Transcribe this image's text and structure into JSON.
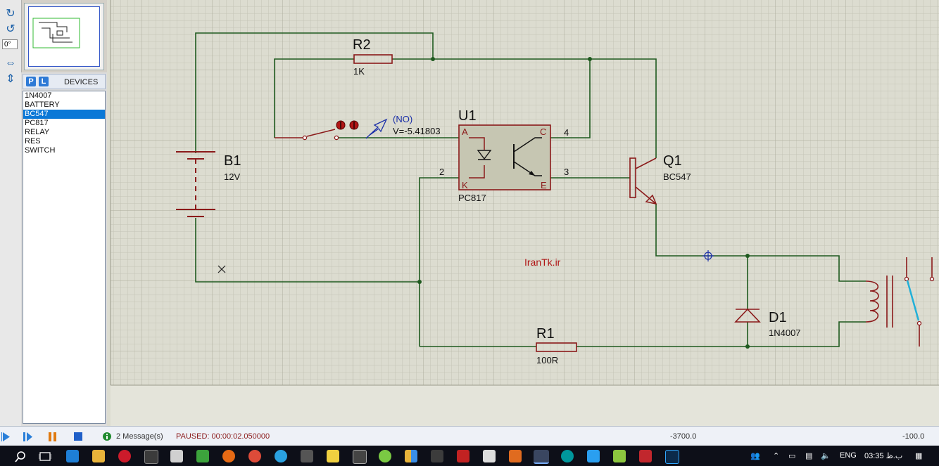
{
  "toolbar": {
    "angle_value": "0°"
  },
  "devices": {
    "header": "DEVICES",
    "p_label": "P",
    "l_label": "L",
    "items": [
      {
        "name": "1N4007",
        "selected": false
      },
      {
        "name": "BATTERY",
        "selected": false
      },
      {
        "name": "BC547",
        "selected": true
      },
      {
        "name": "PC817",
        "selected": false
      },
      {
        "name": "RELAY",
        "selected": false
      },
      {
        "name": "RES",
        "selected": false
      },
      {
        "name": "SWITCH",
        "selected": false
      }
    ]
  },
  "schematic": {
    "r2": {
      "ref": "R2",
      "value": "1K"
    },
    "r1": {
      "ref": "R1",
      "value": "100R"
    },
    "b1": {
      "ref": "B1",
      "value": "12V"
    },
    "u1": {
      "ref": "U1",
      "value": "PC817",
      "pin_a": "A",
      "pin_k": "K",
      "pin_c": "C",
      "pin_e": "E",
      "pin1": "",
      "pin2": "2",
      "pin3": "3",
      "pin4": "4"
    },
    "q1": {
      "ref": "Q1",
      "value": "BC547"
    },
    "d1": {
      "ref": "D1",
      "value": "1N4007"
    },
    "probe": {
      "label": "(NO)",
      "voltage": "V=-5.41803"
    },
    "watermark": "IranTk.ir"
  },
  "colors": {
    "wire": "#1f5a1f",
    "component": "#8b1a1a",
    "probe": "#1b2fa8",
    "selected": "#0a78d7"
  },
  "status": {
    "messages": "2 Message(s)",
    "state": "PAUSED: 00:00:02.050000",
    "coord_x": "-3700.0",
    "coord_y": "-100.0"
  },
  "taskbar": {
    "lang": "ENG",
    "time": "03:35 ب.ظ"
  }
}
